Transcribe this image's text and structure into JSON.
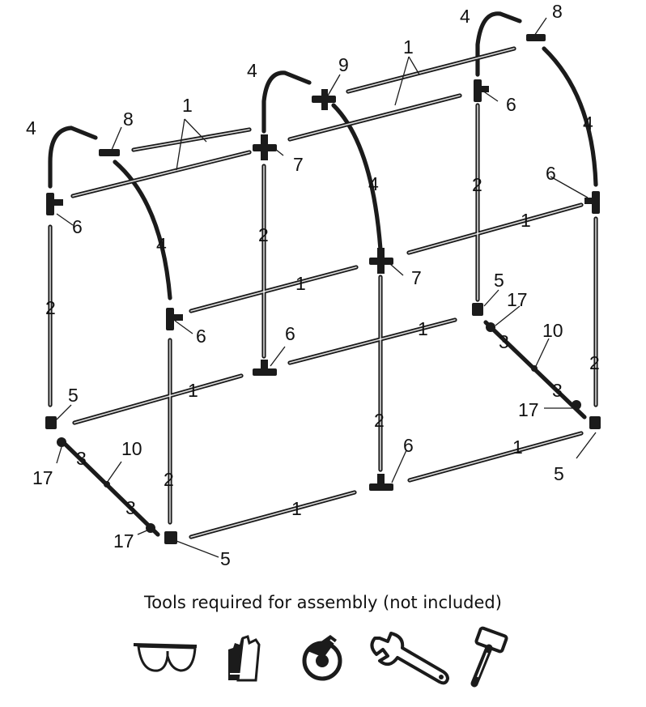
{
  "labels": {
    "arch": "4",
    "side_rail": "1",
    "upright": "2",
    "base_pipe": "3",
    "corner_connector": "5",
    "t_connector": "6",
    "cross_connector": "7",
    "end_arch_connector": "8",
    "mid_arch_connector": "9",
    "base_joint": "10",
    "peg": "17"
  },
  "caption": "Tools required for assembly (not included)",
  "tools": [
    {
      "name": "safety-glasses",
      "icon": "goggles"
    },
    {
      "name": "gloves",
      "icon": "gloves"
    },
    {
      "name": "tape-measure",
      "icon": "tape"
    },
    {
      "name": "adjustable-wrench",
      "icon": "wrench"
    },
    {
      "name": "mallet",
      "icon": "hammer"
    }
  ]
}
